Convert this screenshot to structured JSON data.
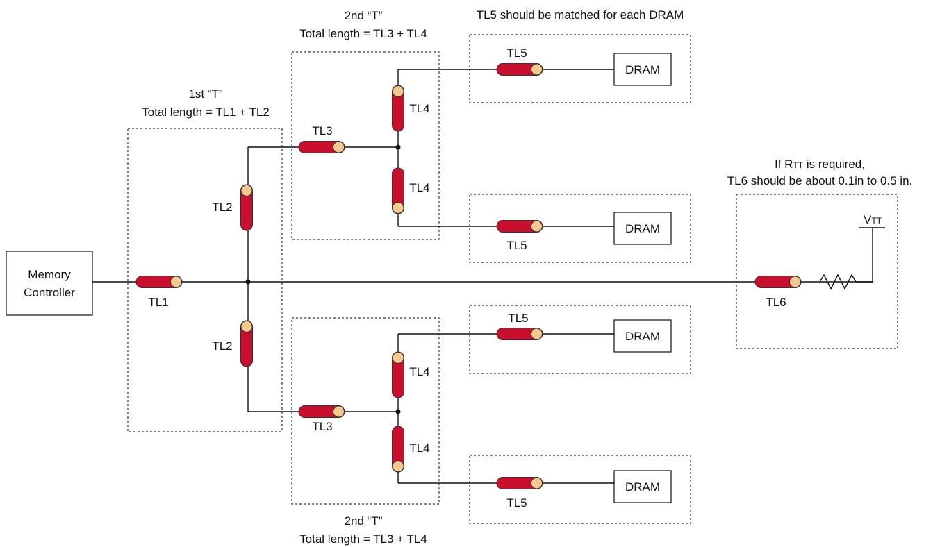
{
  "colors": {
    "tline_body": "#C8102E",
    "tline_end": "#F5C98E",
    "wire": "#111111"
  },
  "blocks": {
    "memory_controller_line1": "Memory",
    "memory_controller_line2": "Controller",
    "dram": "DRAM"
  },
  "groups": {
    "first_t": {
      "line1": "1st “T”",
      "line2": "Total length = TL1 + TL2"
    },
    "second_t_top": {
      "line1": "2nd “T”",
      "line2": "Total length = TL3 + TL4"
    },
    "second_t_bottom": {
      "line1": "2nd “T”",
      "line2": "Total length = TL3 + TL4"
    },
    "tl5_note": "TL5 should be matched for each DRAM",
    "rtt_note": {
      "prefix": "If R",
      "sub": "TT",
      "suffix": " is required,",
      "line2": "TL6 should be about 0.1in to 0.5 in."
    }
  },
  "vtt": {
    "main": "V",
    "sub": "TT"
  },
  "tlines": {
    "tl1": "TL1",
    "tl2": "TL2",
    "tl3": "TL3",
    "tl4": "TL4",
    "tl5": "TL5",
    "tl6": "TL6"
  }
}
